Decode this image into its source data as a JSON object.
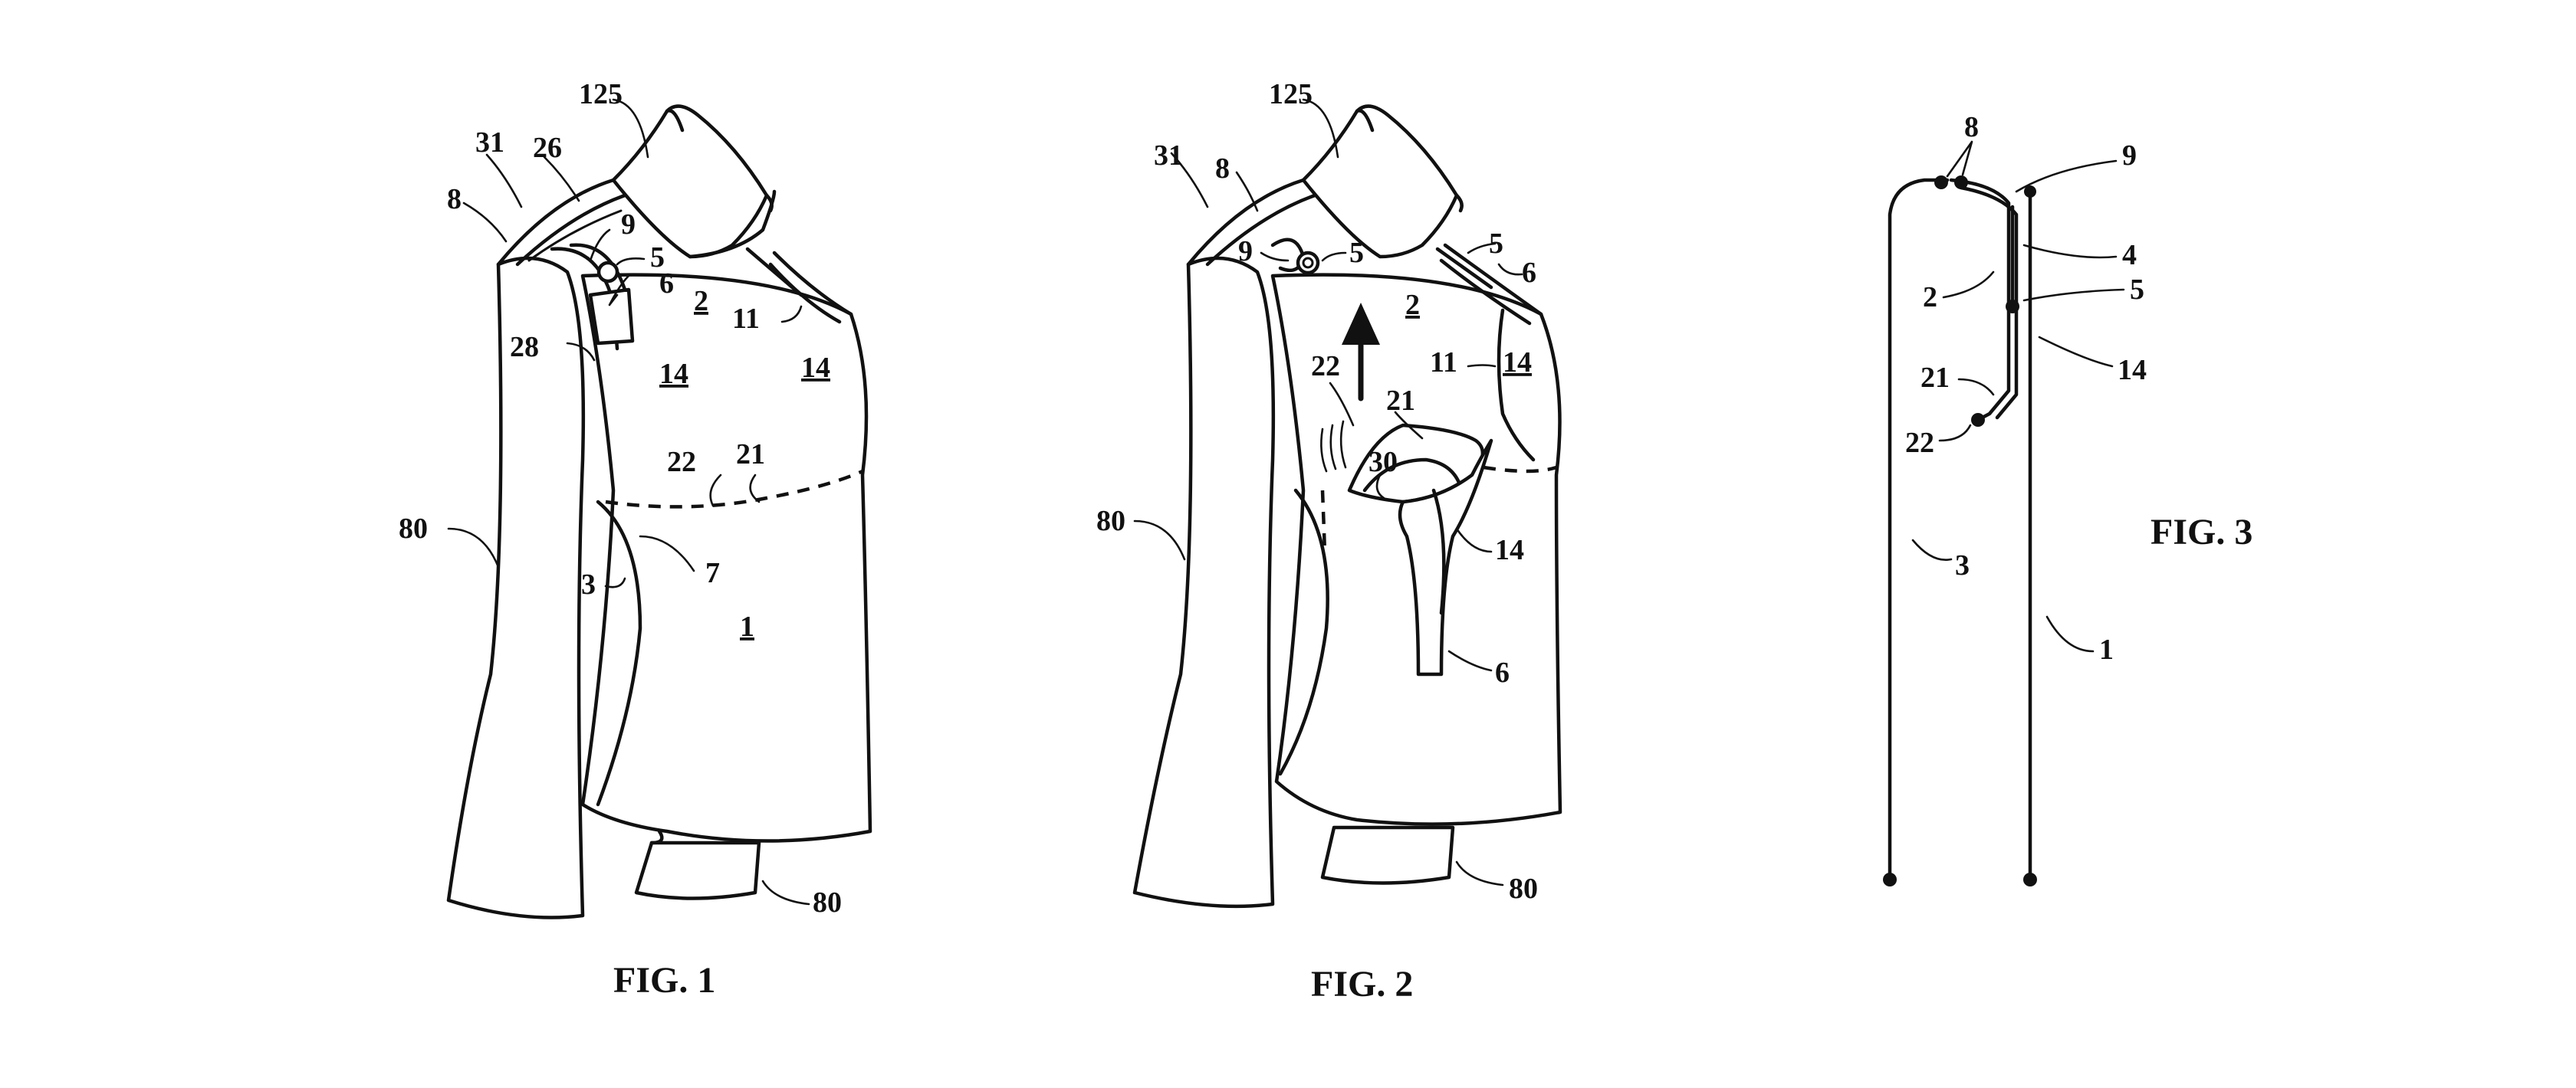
{
  "figures": [
    {
      "caption": "FIG. 1",
      "labels": {
        "l125": "125",
        "l31": "31",
        "l26": "26",
        "l8": "8",
        "l9": "9",
        "l5": "5",
        "l6": "6",
        "l2": "2",
        "l11": "11",
        "l28": "28",
        "l14a": "14",
        "l14b": "14",
        "l22": "22",
        "l21": "21",
        "l80a": "80",
        "l3": "3",
        "l7": "7",
        "l1": "1",
        "l80b": "80"
      }
    },
    {
      "caption": "FIG. 2",
      "labels": {
        "l125": "125",
        "l31": "31",
        "l8": "8",
        "l9": "9",
        "l5a": "5",
        "l5b": "5",
        "l6a": "6",
        "l2": "2",
        "l22": "22",
        "l21": "21",
        "l11": "11",
        "l14a": "14",
        "l30": "30",
        "l80a": "80",
        "l14b": "14",
        "l6b": "6",
        "l80b": "80"
      }
    },
    {
      "caption": "FIG. 3",
      "labels": {
        "l8": "8",
        "l9": "9",
        "l4": "4",
        "l2": "2",
        "l5": "5",
        "l14": "14",
        "l21": "21",
        "l22": "22",
        "l3": "3",
        "l1": "1"
      }
    }
  ],
  "style": {
    "ink_color": "#111111",
    "paper_color": "#ffffff"
  }
}
